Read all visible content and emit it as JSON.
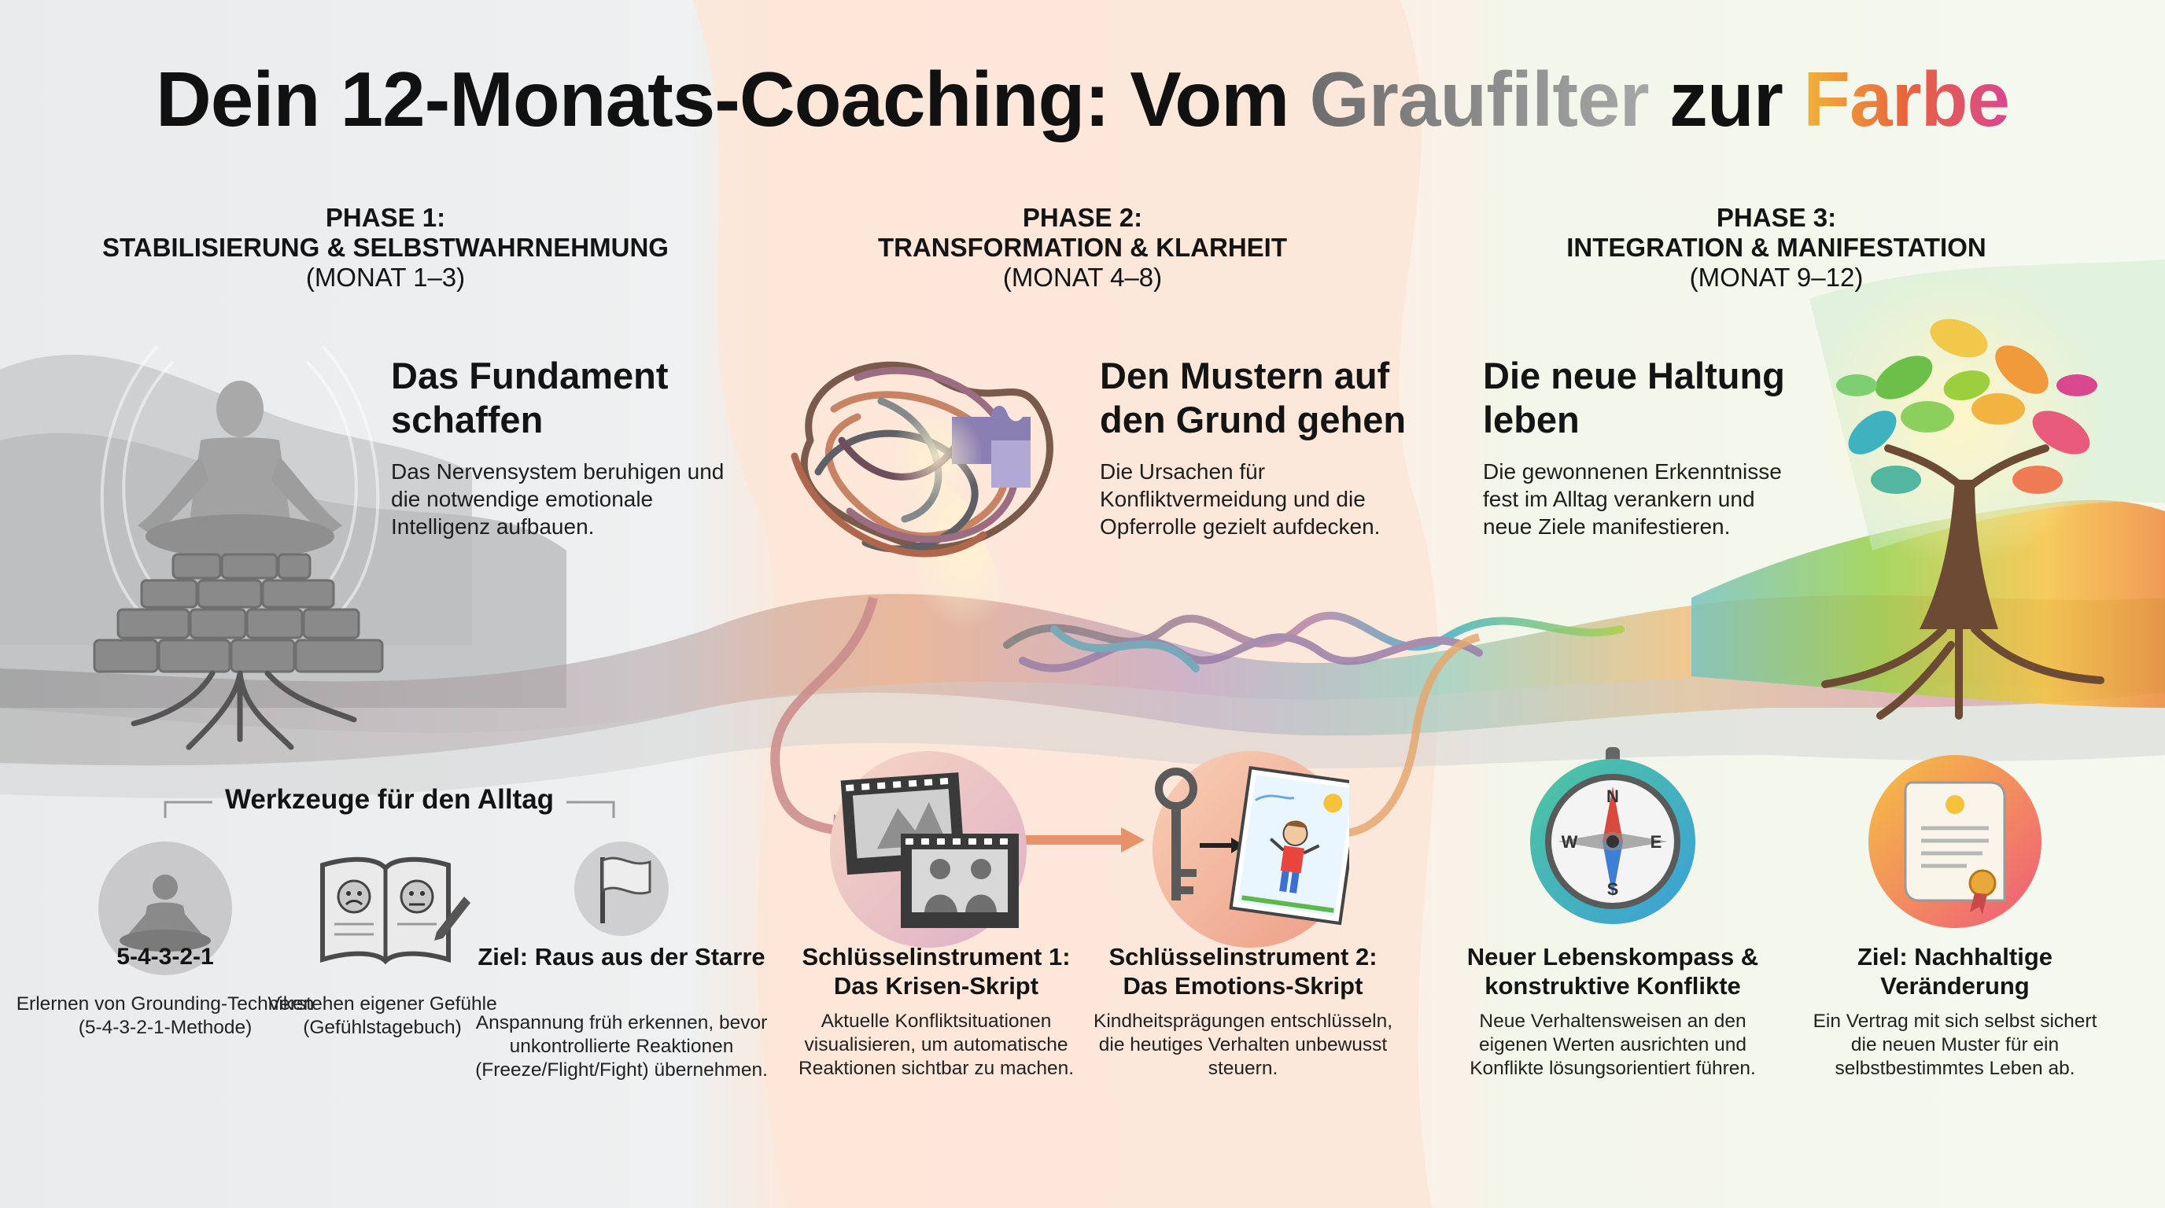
{
  "title": {
    "part1": "Dein 12-Monats-Coaching: Vom ",
    "grau": "Graufilter",
    "zur": " zur ",
    "farbe": "Farbe"
  },
  "phases": [
    {
      "label": "PHASE 1:",
      "name": "STABILISIERUNG & SELBSTWAHRNEHMUNG",
      "months": "(MONAT 1–3)",
      "heading": "Das Fundament schaffen",
      "description": "Das Nervensystem beruhigen und die notwendige emotionale Intelligenz aufbauen."
    },
    {
      "label": "PHASE 2:",
      "name": "TRANSFORMATION & KLARHEIT",
      "months": "(MONAT 4–8)",
      "heading": "Den Mustern auf den Grund gehen",
      "description": "Die Ursachen für Konfliktvermeidung und die Opferrolle gezielt aufdecken."
    },
    {
      "label": "PHASE 3:",
      "name": "INTEGRATION & MANIFESTATION",
      "months": "(MONAT 9–12)",
      "heading": "Die neue Haltung leben",
      "description": "Die gewonnenen Erkenntnisse fest im Alltag verankern und neue Ziele manifestieren."
    }
  ],
  "tools": {
    "title": "Werkzeuge für den Alltag",
    "items": [
      {
        "badge": "5-4-3-2-1",
        "description": "Erlernen von Grounding-Techniken (5-4-3-2-1-Methode)",
        "icon": "meditation-icon"
      },
      {
        "description": "Verstehen eigener Gefühle (Gefühlstagebuch)",
        "icon": "feelings-journal-icon"
      },
      {
        "heading": "Ziel: Raus aus der Starre",
        "description": "Anspannung früh erkennen, bevor unkontrollierte Reaktionen (Freeze/Flight/Fight) übernehmen.",
        "icon": "flag-icon"
      }
    ]
  },
  "instruments": [
    {
      "heading": "Schlüsselinstrument 1: Das Krisen-Skript",
      "description": "Aktuelle Konfliktsituationen visualisieren, um automatische Reaktionen sichtbar zu machen.",
      "icon": "film-strip-icon"
    },
    {
      "heading": "Schlüsselinstrument 2: Das Emotions-Skript",
      "description": "Kindheitsprägungen entschlüsseln, die heutiges Verhalten unbewusst steuern.",
      "icon": "key-child-drawing-icon"
    }
  ],
  "outcomes": [
    {
      "heading": "Neuer Lebenskompass & konstruktive Konflikte",
      "description": "Neue Verhaltensweisen an den eigenen Werten ausrichten und Konflikte lösungsorientiert führen.",
      "icon": "compass-icon"
    },
    {
      "heading": "Ziel: Nachhaltige Veränderung",
      "description": "Ein Vertrag mit sich selbst sichert die neuen Muster für ein selbstbestimmtes Leben ab.",
      "icon": "contract-icon"
    }
  ],
  "compass_letters": [
    "N",
    "E",
    "S",
    "W"
  ],
  "colors": {
    "grey_phase": "#dfe1e3",
    "peach_phase": "#fbe9dd",
    "green_accent": "#7fae3f",
    "orange_accent": "#e9703a",
    "pink_accent": "#d9478f"
  }
}
